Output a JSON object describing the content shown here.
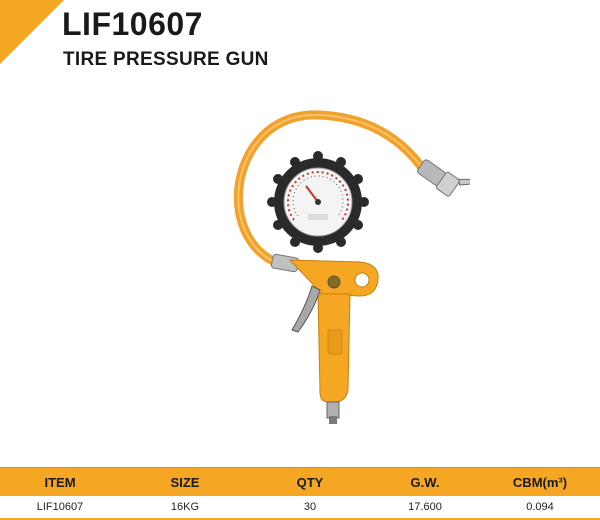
{
  "header": {
    "code": "LIF10607",
    "name": "TIRE PRESSURE GUN"
  },
  "product_image": {
    "description": "tire-pressure-gun-photo",
    "body_color": "#f5a623"
  },
  "spec_table": {
    "headers": [
      "ITEM",
      "SIZE",
      "QTY",
      "G.W.",
      "CBM(m³)"
    ],
    "rows": [
      [
        "LIF10607",
        "16KG",
        "30",
        "17.600",
        "0.094"
      ]
    ]
  },
  "colors": {
    "accent": "#f5a623",
    "text": "#1a1a1a"
  }
}
